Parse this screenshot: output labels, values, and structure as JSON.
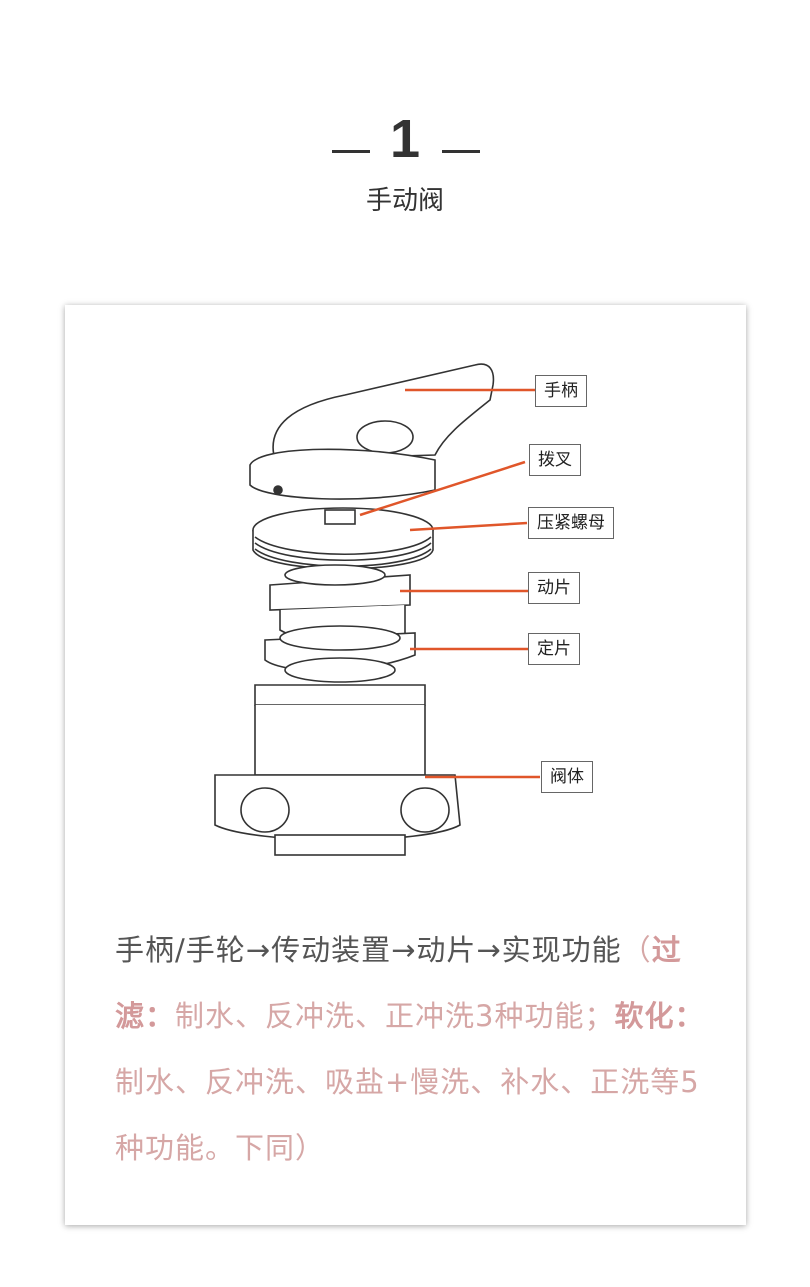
{
  "header": {
    "number": "1",
    "title": "手动阀"
  },
  "diagram": {
    "labels": [
      "手柄",
      "拨叉",
      "压紧螺母",
      "动片",
      "定片",
      "阀体"
    ],
    "line_color": "#e0562a"
  },
  "description": {
    "main": "手柄/手轮→传动装置→动片→实现功能",
    "paren_open": "（",
    "filter_label": "过滤：",
    "filter_text": "制水、反冲洗、正冲洗3种功能；",
    "soften_label": "软化：",
    "soften_text": "制水、反冲洗、吸盐+慢洗、补水、正洗等5种功能。下同）"
  },
  "colors": {
    "text": "#555555",
    "accent": "#d6a7a6"
  }
}
